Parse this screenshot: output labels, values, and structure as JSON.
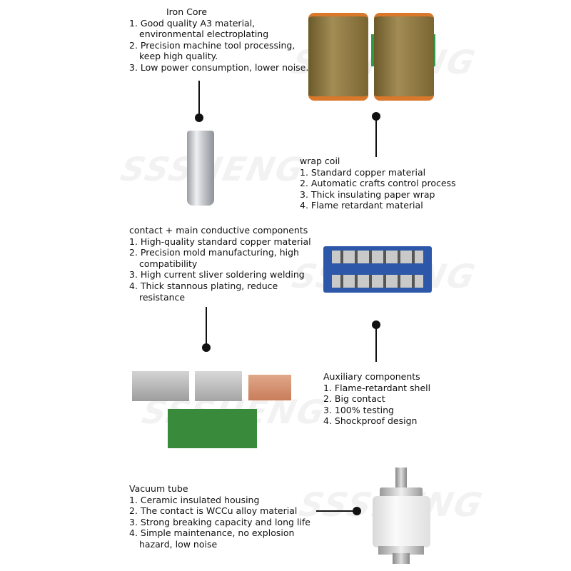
{
  "watermark": "SSSHENG",
  "iron_core": {
    "title": "Iron Core",
    "items": [
      "1. Good quality A3 material,",
      "environmental electroplating",
      "2. Precision machine tool processing,",
      "keep high quality.",
      "3. Low power consumption, lower noise."
    ]
  },
  "wrap_coil": {
    "title": "wrap coil",
    "items": [
      "1. Standard copper material",
      "2. Automatic crafts control process",
      "3. Thick insulating paper wrap",
      "4. Flame retardant material"
    ]
  },
  "contact": {
    "title": "contact + main conductive components",
    "items": [
      "1. High-quality standard copper material",
      "2. Precision mold manufacturing, high",
      "compatibility",
      "3. High current sliver soldering welding",
      "4. Thick stannous plating, reduce",
      "resistance"
    ]
  },
  "auxiliary": {
    "title": "Auxiliary components",
    "items": [
      "1. Flame-retardant shell",
      "2. Big contact",
      "3. 100% testing",
      "4. Shockproof design"
    ]
  },
  "vacuum": {
    "title": "Vacuum tube",
    "items": [
      "1. Ceramic insulated housing",
      "2. The contact is WCCu alloy material",
      "3. Strong breaking capacity and long life",
      "4. Simple maintenance, no explosion",
      "hazard, low noise"
    ]
  }
}
